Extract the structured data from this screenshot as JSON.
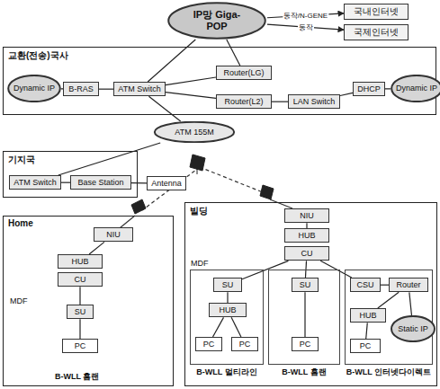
{
  "diagram": {
    "nodes": [
      {
        "text": [
          "IP망 Giga-POP"
        ]
      },
      {
        "text": [
          "국내인터넷"
        ]
      },
      {
        "text": [
          "국제인터넷"
        ]
      },
      {
        "text": [
          "교환(전송)국사"
        ]
      },
      {
        "text": [
          "Dynamic IP"
        ],
        "in": 3
      },
      {
        "text": [
          "B-RAS"
        ],
        "in": 3
      },
      {
        "text": [
          "ATM Switch"
        ],
        "in": 3
      },
      {
        "text": [
          "Router(LG)"
        ],
        "in": 3
      },
      {
        "text": [
          "Router(L2)"
        ],
        "in": 3
      },
      {
        "text": [
          "LAN Switch"
        ],
        "in": 3
      },
      {
        "text": [
          "DHCP"
        ],
        "in": 3
      },
      {
        "text": [
          "Dynamic IP"
        ],
        "in": 3
      },
      {
        "text": [
          "ATM 155M"
        ]
      },
      {
        "text": [
          "기지국"
        ]
      },
      {
        "text": [
          "ATM Switch"
        ],
        "in": 13
      },
      {
        "text": [
          "Base Station"
        ],
        "in": 13
      },
      {
        "text": [
          "Antenna"
        ]
      },
      {
        "text": [
          "Home"
        ]
      },
      {
        "text": [
          "NIU"
        ],
        "in": 17
      },
      {
        "text": [
          "HUB"
        ],
        "in": 17
      },
      {
        "text": [
          "CU"
        ],
        "in": 17
      },
      {
        "text": [
          "SU"
        ],
        "in": 17
      },
      {
        "text": [
          "PC"
        ],
        "in": 17
      },
      {
        "text": [
          "빌딩"
        ]
      },
      {
        "text": [
          "NIU"
        ],
        "in": 23
      },
      {
        "text": [
          "HUB"
        ],
        "in": 23
      },
      {
        "text": [
          "CU"
        ],
        "in": 23
      },
      {
        "text": [
          "B-WLL 멀티라인"
        ],
        "in": 23
      },
      {
        "text": [
          "SU"
        ],
        "in": 27
      },
      {
        "text": [
          "HUB"
        ],
        "in": 27
      },
      {
        "text": [
          "PC"
        ],
        "in": 27
      },
      {
        "text": [
          "PC"
        ],
        "in": 27
      },
      {
        "text": [
          "B-WLL 홈랜"
        ],
        "in": 23
      },
      {
        "text": [
          "SU"
        ],
        "in": 32
      },
      {
        "text": [
          "PC"
        ],
        "in": 32
      },
      {
        "text": [
          "B-WLL 인터넷다이렉트"
        ],
        "in": 23
      },
      {
        "text": [
          "CSU"
        ],
        "in": 35
      },
      {
        "text": [
          "Router"
        ],
        "in": 35
      },
      {
        "text": [
          "HUB"
        ],
        "in": 35
      },
      {
        "text": [
          "PC"
        ],
        "in": 35
      },
      {
        "text": [
          "Static IP"
        ],
        "in": 35
      }
    ],
    "edges": [
      {
        "from": 0,
        "to": 1,
        "arrow": "to",
        "label": "동작/N-GENE"
      },
      {
        "from": 0,
        "to": 2,
        "arrow": "to",
        "label": "동작"
      },
      {
        "from": 6,
        "to": 0,
        "arrow": "none"
      },
      {
        "from": 7,
        "to": 0,
        "arrow": "none"
      },
      {
        "from": 4,
        "to": 5,
        "arrow": "none"
      },
      {
        "from": 5,
        "to": 6,
        "arrow": "none"
      },
      {
        "from": 6,
        "to": 7,
        "arrow": "none"
      },
      {
        "from": 6,
        "to": 8,
        "arrow": "none"
      },
      {
        "from": 8,
        "to": 9,
        "arrow": "none"
      },
      {
        "from": 9,
        "to": 10,
        "arrow": "none"
      },
      {
        "from": 10,
        "to": 11,
        "arrow": "none"
      },
      {
        "from": 6,
        "to": 12,
        "arrow": "none"
      },
      {
        "from": 12,
        "to": 14,
        "arrow": "none"
      },
      {
        "from": 14,
        "to": 15,
        "arrow": "none"
      },
      {
        "from": 15,
        "to": 16,
        "arrow": "none"
      },
      {
        "from": 18,
        "to": 19,
        "arrow": "none"
      },
      {
        "from": 20,
        "to": 21,
        "arrow": "none"
      },
      {
        "from": 21,
        "to": 22,
        "arrow": "none"
      },
      {
        "from": 24,
        "to": 25,
        "arrow": "none"
      },
      {
        "from": 26,
        "to": 28,
        "arrow": "none"
      },
      {
        "from": 26,
        "to": 33,
        "arrow": "none"
      },
      {
        "from": 26,
        "to": 36,
        "arrow": "none"
      },
      {
        "from": 28,
        "to": 29,
        "arrow": "none"
      },
      {
        "from": 29,
        "to": 30,
        "arrow": "none"
      },
      {
        "from": 29,
        "to": 31,
        "arrow": "none"
      },
      {
        "from": 33,
        "to": 34,
        "arrow": "none"
      },
      {
        "from": 36,
        "to": 37,
        "arrow": "none"
      },
      {
        "from": 37,
        "to": 38,
        "arrow": "none"
      },
      {
        "from": 38,
        "to": 39,
        "arrow": "none"
      },
      {
        "from": 37,
        "to": 40,
        "arrow": "none"
      }
    ],
    "labels": [
      "MDF",
      "MDF",
      "B-WLL 홈랜"
    ]
  }
}
